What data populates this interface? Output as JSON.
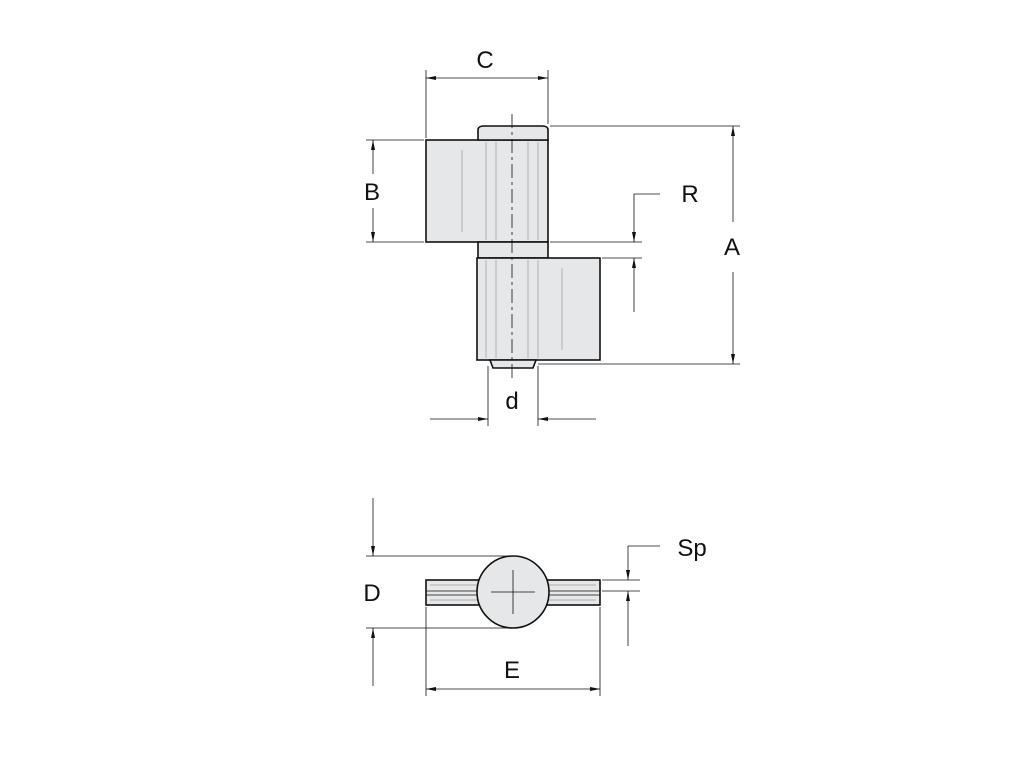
{
  "colors": {
    "part_fill": "#e6e7e8",
    "line": "#111111",
    "hatch": "#9a9a9a",
    "background": "#ffffff"
  },
  "labels": {
    "C": "C",
    "B": "B",
    "R": "R",
    "A": "A",
    "d": "d",
    "D": "D",
    "Sp": "Sp",
    "E": "E"
  }
}
